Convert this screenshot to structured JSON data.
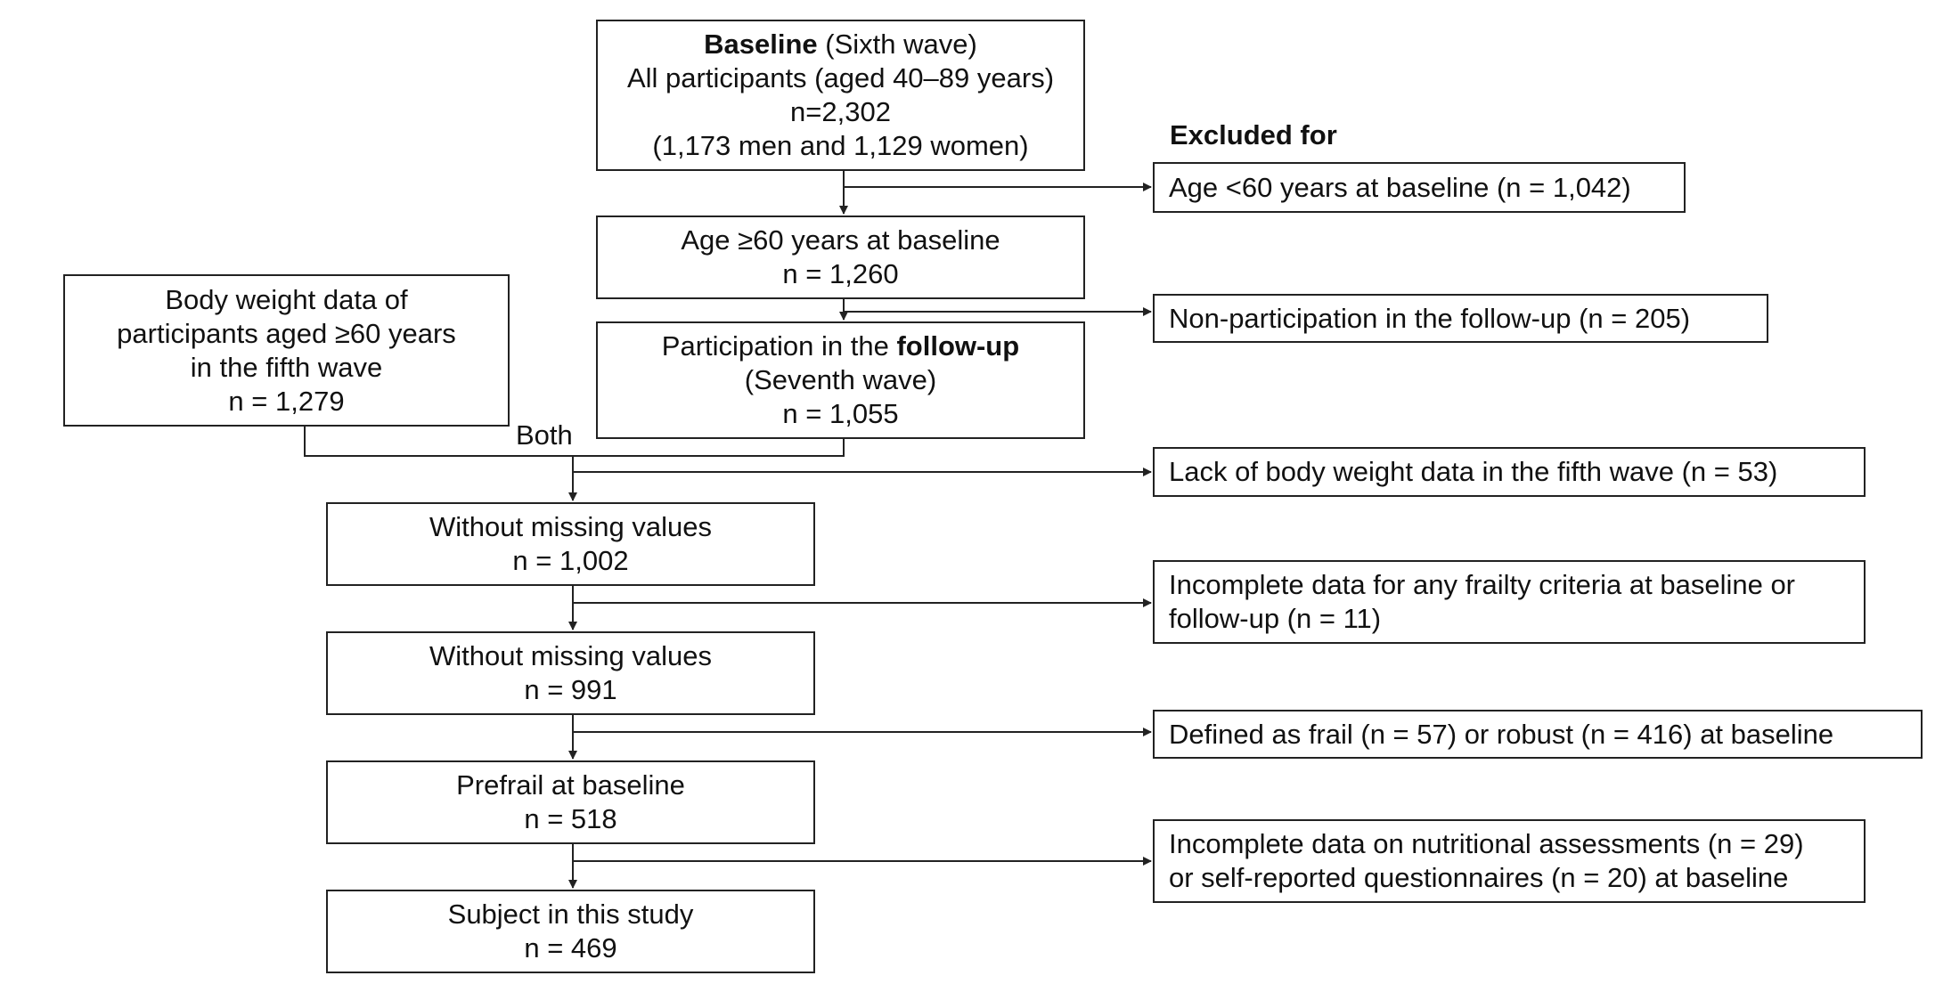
{
  "baseline": {
    "title_bold": "Baseline",
    "title_rest": " (Sixth wave)",
    "line2": "All participants (aged 40–89 years)",
    "line3": "n=2,302",
    "line4": "(1,173 men and 1,129 women)"
  },
  "excluded_header": "Excluded for",
  "age60": {
    "line1": "Age ≥60 years at baseline",
    "line2": "n = 1,260"
  },
  "followup": {
    "line1_pre": "Participation in the ",
    "line1_bold": "follow-up",
    "line2": "(Seventh wave)",
    "line3": "n = 1,055"
  },
  "fifth_wave": {
    "line1": "Body weight data of",
    "line2": "participants aged ≥60 years",
    "line3": "in the fifth wave",
    "line4": "n = 1,279"
  },
  "both_label": "Both",
  "without_missing_1": {
    "line1": "Without missing values",
    "line2": "n = 1,002"
  },
  "without_missing_2": {
    "line1": "Without missing values",
    "line2": "n = 991"
  },
  "prefrail": {
    "line1": "Prefrail at baseline",
    "line2": "n = 518"
  },
  "subject": {
    "line1": "Subject in this study",
    "line2": "n = 469"
  },
  "exclusions": {
    "age_under_60": "Age <60 years at baseline (n = 1,042)",
    "non_participation": "Non-participation in the follow-up (n = 205)",
    "lack_body_weight": "Lack of body weight data in the fifth wave (n = 53)",
    "incomplete_frailty_1": "Incomplete data for any frailty criteria at baseline or",
    "incomplete_frailty_2": "follow-up (n = 11)",
    "frail_robust": "Defined as frail (n = 57) or robust (n = 416) at baseline",
    "incomplete_nutrition_1": "Incomplete data on nutritional assessments (n = 29)",
    "incomplete_nutrition_2": "or self-reported questionnaires (n = 20) at baseline"
  }
}
